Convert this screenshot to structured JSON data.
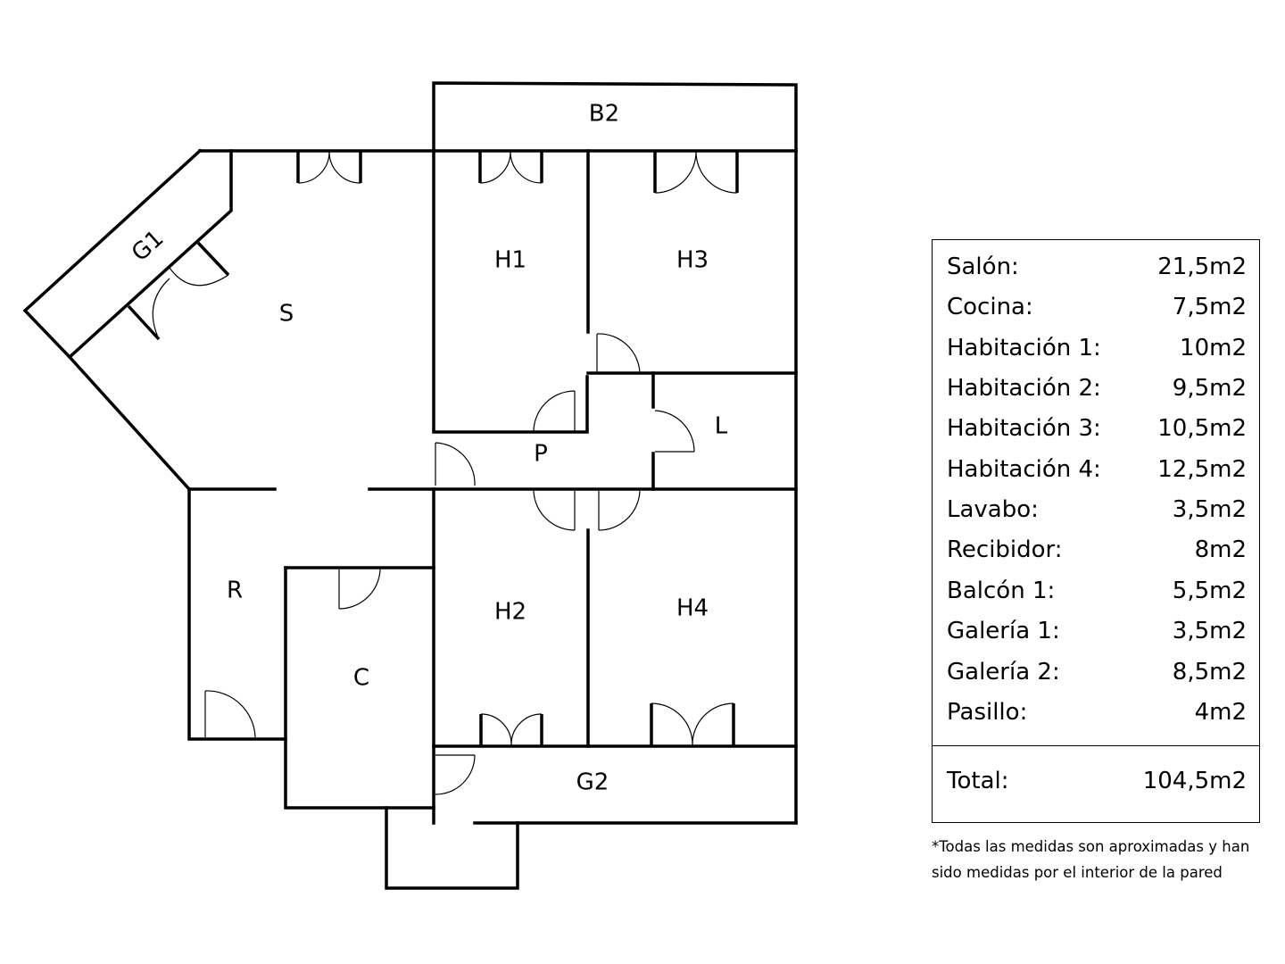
{
  "floorplan": {
    "rooms": [
      {
        "id": "b2",
        "label": "B2"
      },
      {
        "id": "g1",
        "label": "G1"
      },
      {
        "id": "s",
        "label": "S"
      },
      {
        "id": "h1",
        "label": "H1"
      },
      {
        "id": "h3",
        "label": "H3"
      },
      {
        "id": "p",
        "label": "P"
      },
      {
        "id": "l",
        "label": "L"
      },
      {
        "id": "r",
        "label": "R"
      },
      {
        "id": "h2",
        "label": "H2"
      },
      {
        "id": "h4",
        "label": "H4"
      },
      {
        "id": "c",
        "label": "C"
      },
      {
        "id": "g2",
        "label": "G2"
      }
    ]
  },
  "areas": {
    "items": [
      {
        "name": "Salón:",
        "value": "21,5m2"
      },
      {
        "name": "Cocina:",
        "value": "7,5m2"
      },
      {
        "name": "Habitación 1:",
        "value": "10m2"
      },
      {
        "name": "Habitación 2:",
        "value": "9,5m2"
      },
      {
        "name": "Habitación 3:",
        "value": "10,5m2"
      },
      {
        "name": "Habitación 4:",
        "value": "12,5m2"
      },
      {
        "name": "Lavabo:",
        "value": "3,5m2"
      },
      {
        "name": "Recibidor:",
        "value": "8m2"
      },
      {
        "name": "Balcón 1:",
        "value": "5,5m2"
      },
      {
        "name": "Galería 1:",
        "value": "3,5m2"
      },
      {
        "name": "Galería 2:",
        "value": "8,5m2"
      },
      {
        "name": "Pasillo:",
        "value": "4m2"
      }
    ],
    "total": {
      "name": "Total:",
      "value": "104,5m2"
    }
  },
  "footnote": {
    "line1": "*Todas las medidas son aproximadas y han",
    "line2": "sido medidas por el interior de la pared"
  }
}
